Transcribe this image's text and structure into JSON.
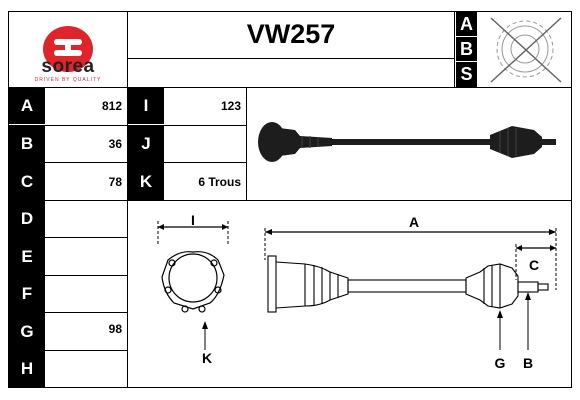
{
  "brand": {
    "name": "sorea",
    "tagline": "DRIVEN BY QUALITY",
    "color": "#e0242b"
  },
  "part_number": "VW257",
  "abs_letters": [
    "A",
    "B",
    "S"
  ],
  "specs": [
    {
      "key": "A",
      "value": "812"
    },
    {
      "key": "B",
      "value": "36"
    },
    {
      "key": "C",
      "value": "78"
    },
    {
      "key": "D",
      "value": ""
    },
    {
      "key": "E",
      "value": ""
    },
    {
      "key": "F",
      "value": ""
    },
    {
      "key": "G",
      "value": "98"
    },
    {
      "key": "H",
      "value": ""
    }
  ],
  "specs_right": [
    {
      "key": "I",
      "value": "123"
    },
    {
      "key": "J",
      "value": ""
    },
    {
      "key": "K",
      "value": "6 Trous"
    }
  ],
  "diagram_labels": {
    "i": "I",
    "k": "K",
    "a": "A",
    "c": "C",
    "g": "G",
    "b": "B"
  }
}
